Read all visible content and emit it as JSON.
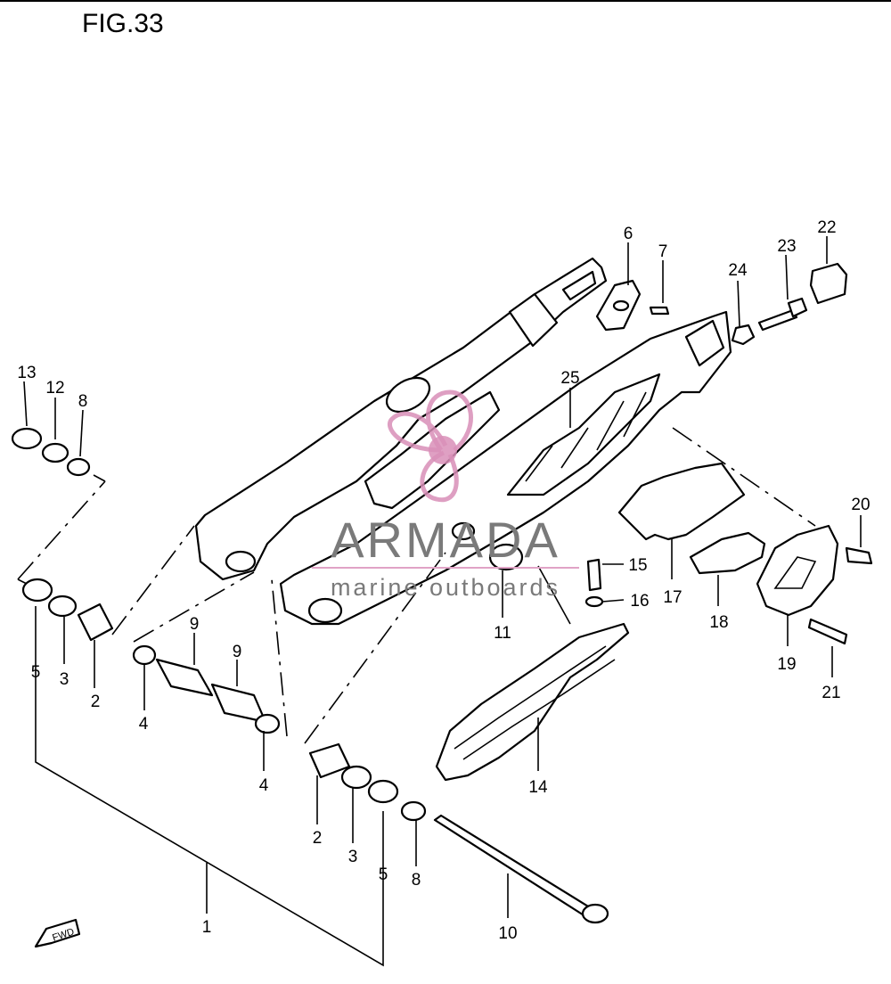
{
  "figure": {
    "title": "FIG.33"
  },
  "callouts": [
    "1",
    "2",
    "2",
    "3",
    "3",
    "4",
    "4",
    "5",
    "5",
    "6",
    "7",
    "8",
    "8",
    "9",
    "9",
    "10",
    "11",
    "12",
    "13",
    "14",
    "15",
    "16",
    "17",
    "18",
    "19",
    "20",
    "21",
    "22",
    "23",
    "24",
    "25"
  ],
  "direction": {
    "label": "FWD"
  },
  "watermark": {
    "brand": "ARMADA",
    "tagline": "marine outboards",
    "colors": {
      "logo": "#d98fb8",
      "text": "#7a7a7a",
      "line": "#e0a3c6"
    }
  }
}
